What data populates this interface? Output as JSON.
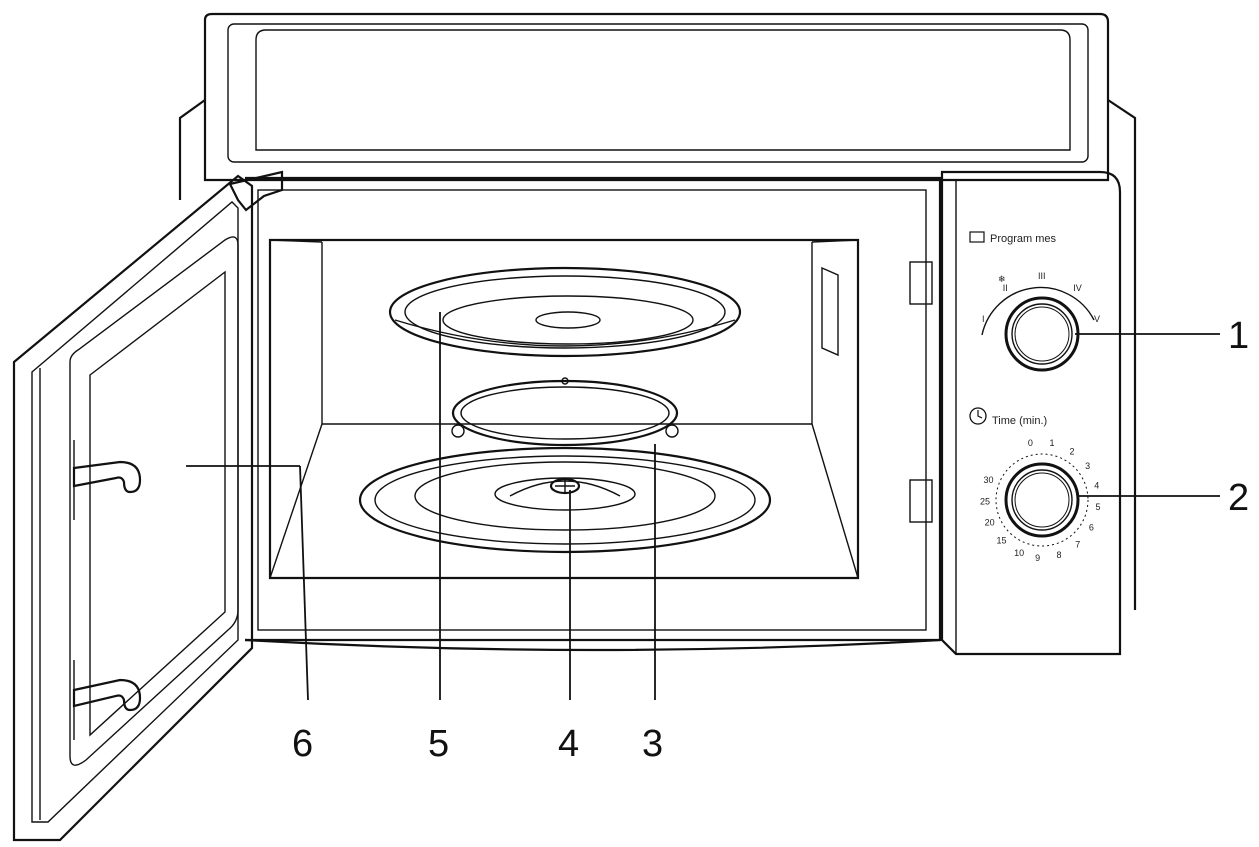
{
  "diagram": {
    "subject": "microwave oven with door open",
    "callouts": [
      {
        "id": "1",
        "label": "1"
      },
      {
        "id": "2",
        "label": "2"
      },
      {
        "id": "3",
        "label": "3"
      },
      {
        "id": "4",
        "label": "4"
      },
      {
        "id": "5",
        "label": "5"
      },
      {
        "id": "6",
        "label": "6"
      }
    ],
    "control_panel": {
      "power_label": "Program mes",
      "timer_label": "Time (min.)",
      "power_marks": [
        "I",
        "II",
        "III",
        "IV",
        "V"
      ],
      "timer_marks": [
        "0",
        "1",
        "2",
        "3",
        "4",
        "5",
        "6",
        "7",
        "8",
        "9",
        "10",
        "15",
        "20",
        "25",
        "30"
      ]
    }
  }
}
